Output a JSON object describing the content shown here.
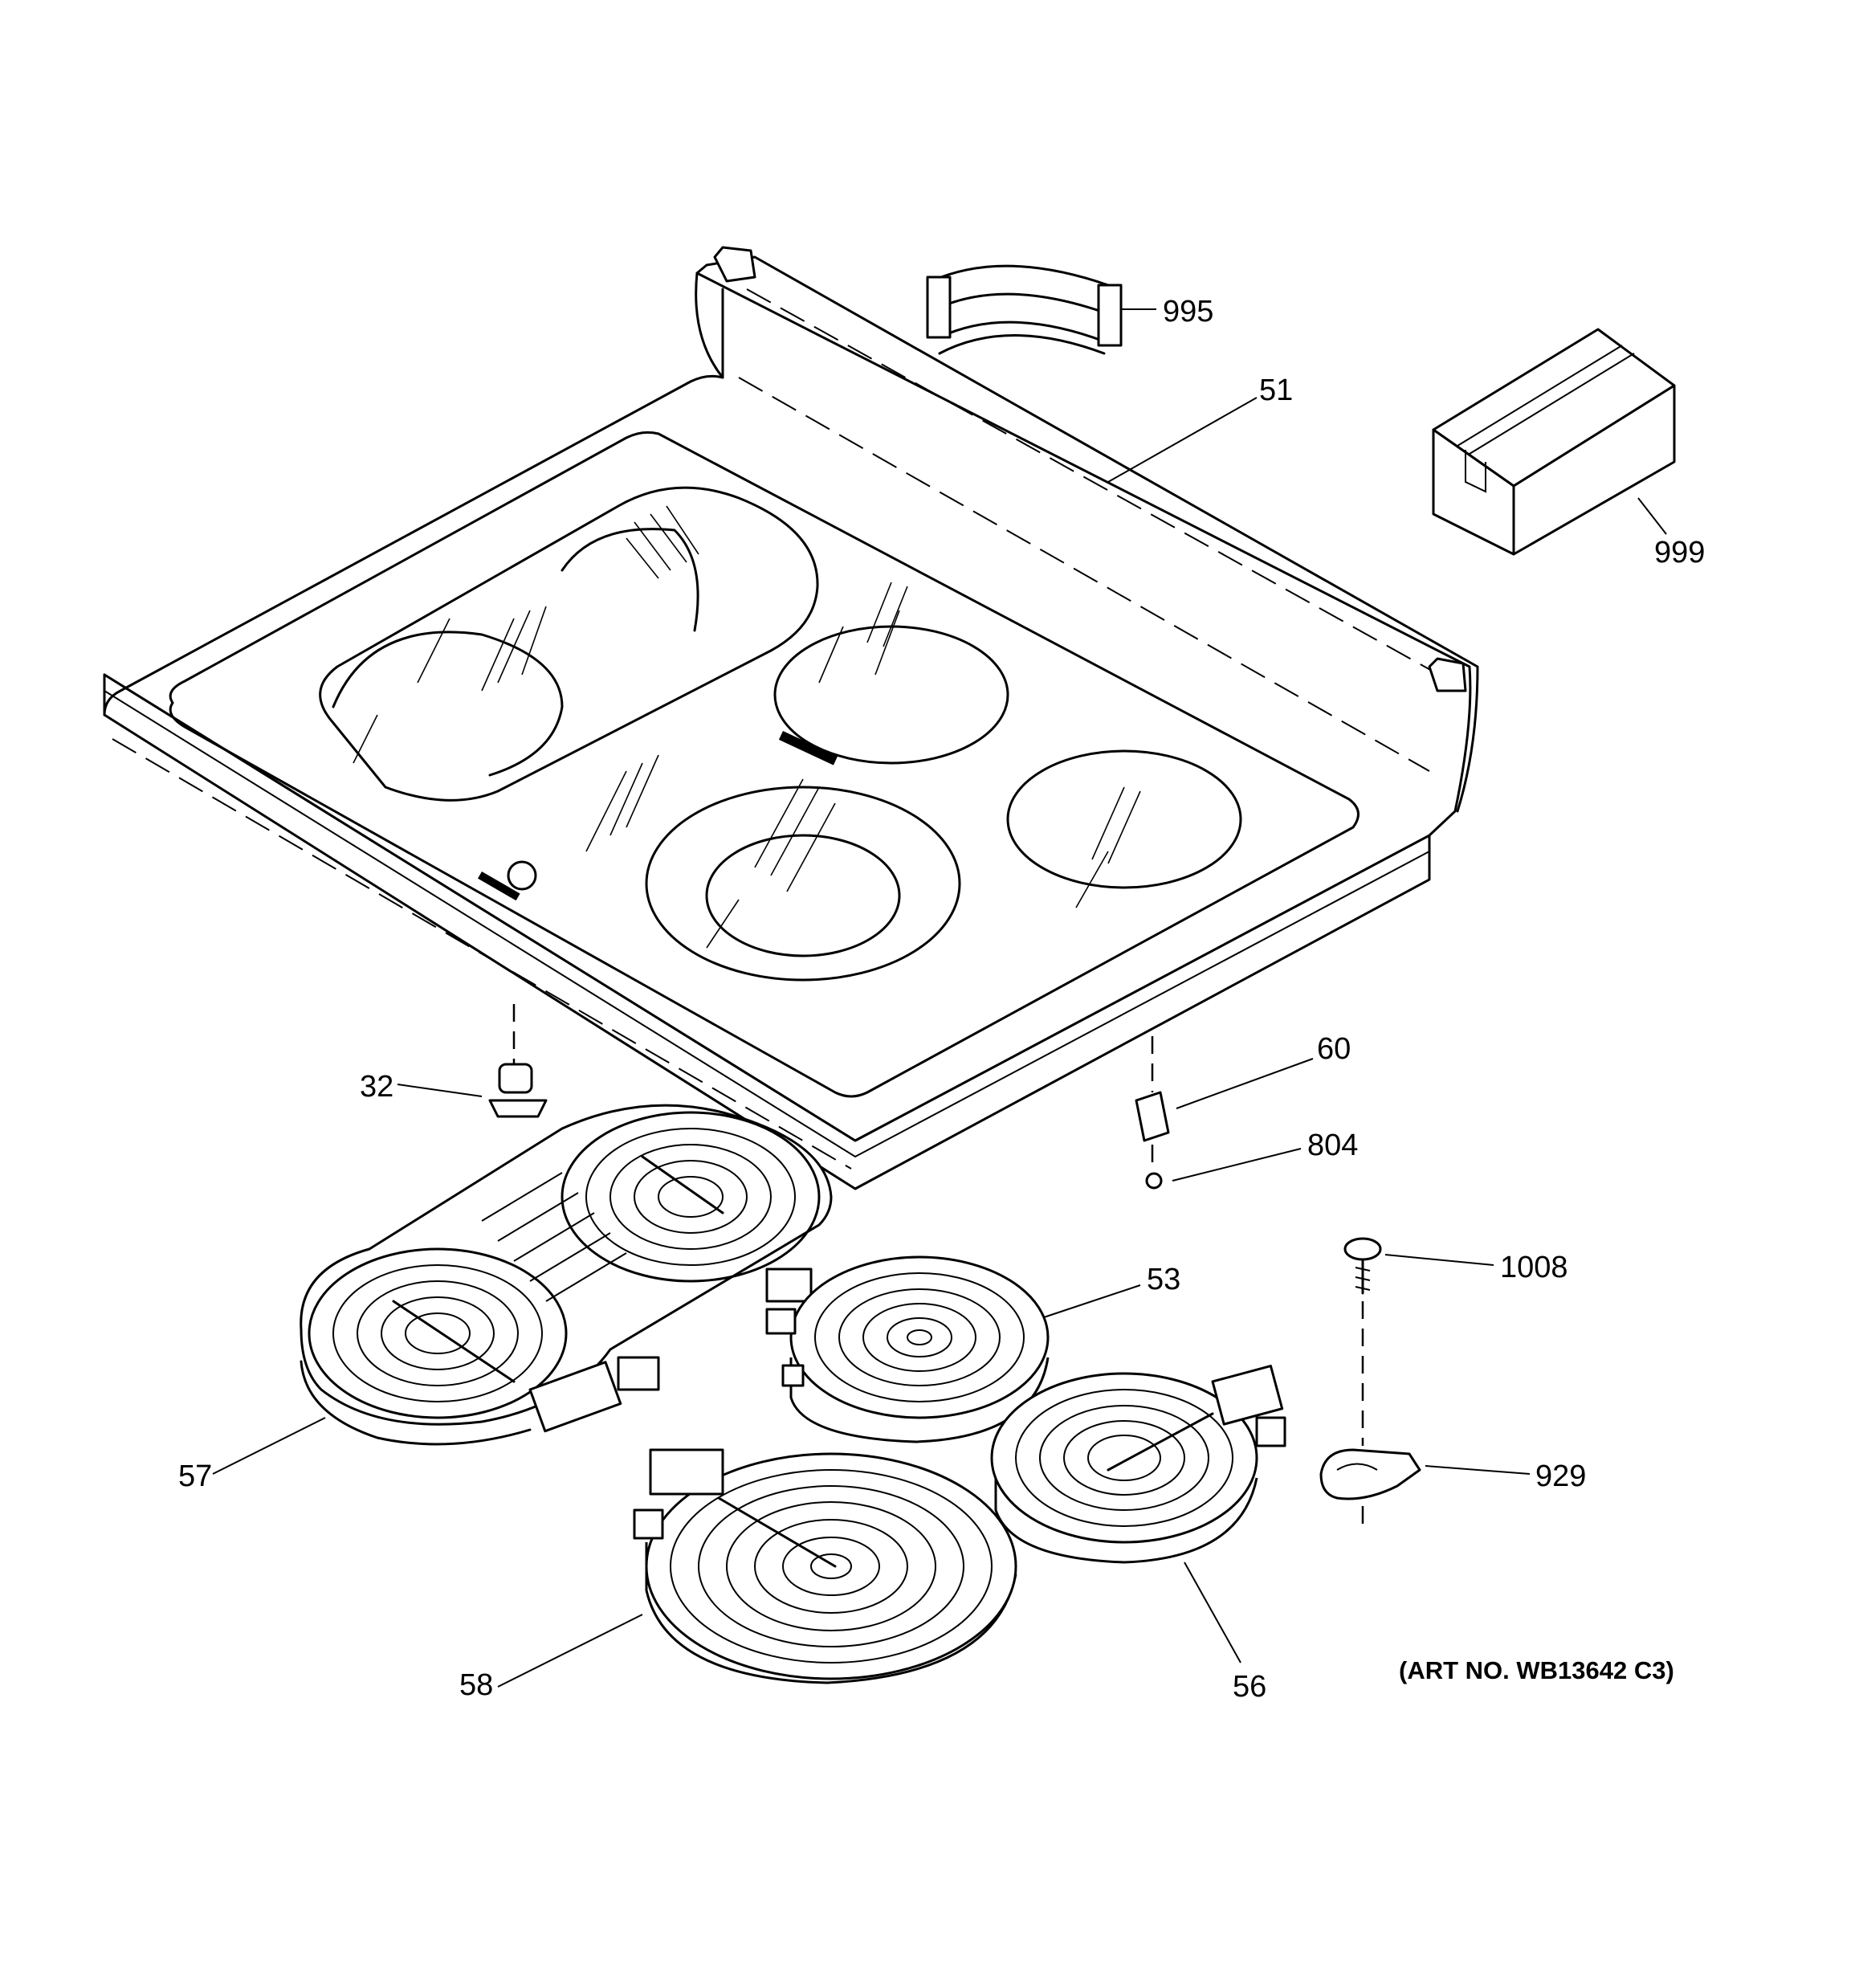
{
  "callouts": {
    "c995": "995",
    "c51": "51",
    "c999": "999",
    "c32": "32",
    "c60": "60",
    "c804": "804",
    "c1008": "1008",
    "c53": "53",
    "c57": "57",
    "c929": "929",
    "c58": "58",
    "c56": "56"
  },
  "art_number": "(ART NO. WB13642 C3)"
}
